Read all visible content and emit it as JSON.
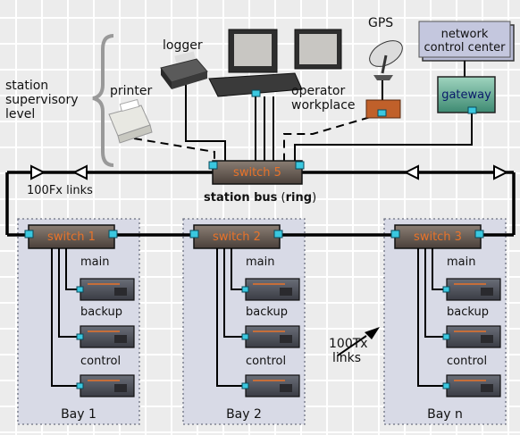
{
  "level_label": [
    "station",
    "supervisory",
    "level"
  ],
  "devices": {
    "logger": "logger",
    "printer": "printer",
    "operator": [
      "operator",
      "workplace"
    ],
    "gps": "GPS",
    "ncc": [
      "network",
      "control center"
    ],
    "gateway": "gateway"
  },
  "switches": {
    "s5": "switch 5",
    "s1": "switch 1",
    "s2": "switch 2",
    "s3": "switch 3"
  },
  "station_bus": {
    "bold": "station bus",
    "paren_open": " (",
    "ring": "ring",
    "paren_close": ")"
  },
  "fx_links": "100Fx links",
  "tx_links": [
    "100Tx",
    "links"
  ],
  "ied_labels": [
    "main",
    "backup",
    "control"
  ],
  "bays": [
    "Bay 1",
    "Bay 2",
    "Bay n"
  ],
  "colors": {
    "switch_text": "#e8732a",
    "bay_fill": "#d8dae6",
    "gateway_fill": "#6fb39a",
    "ncc_fill": "#b9bcd6",
    "port": "#3ac8e0"
  }
}
